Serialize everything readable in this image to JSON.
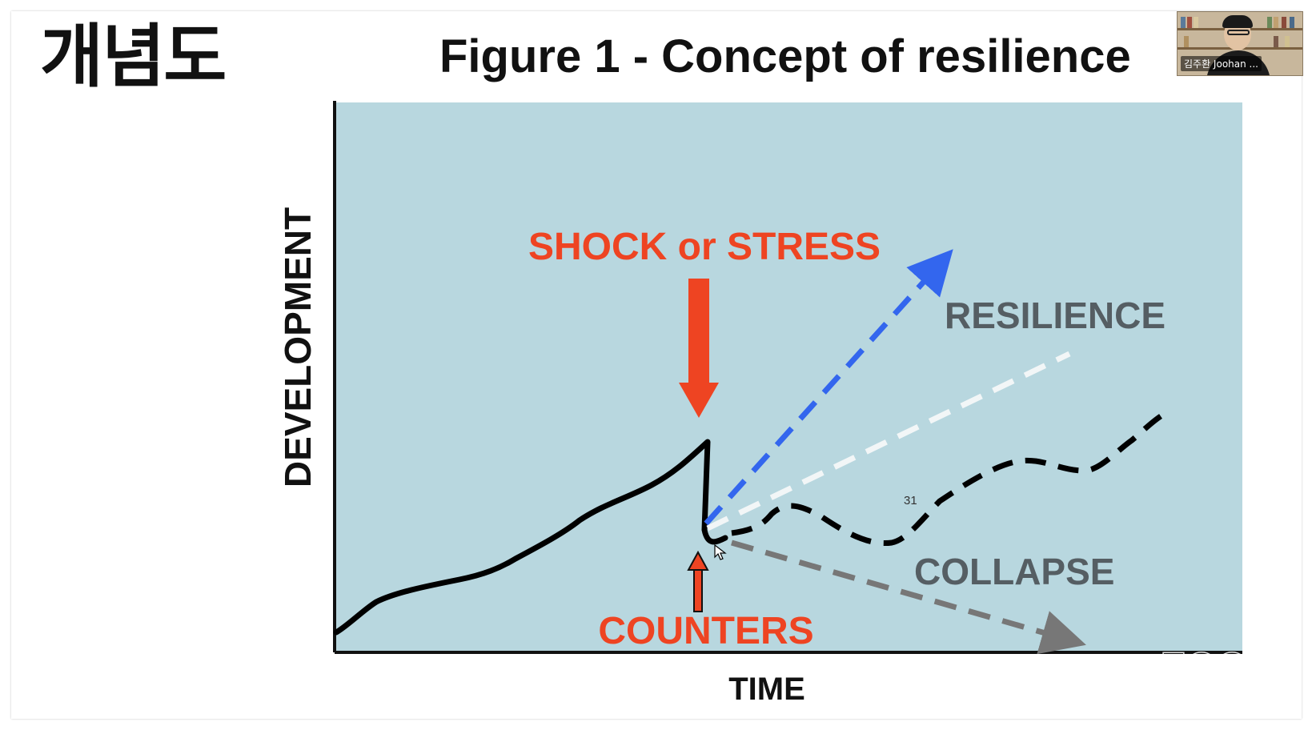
{
  "slide": {
    "title": "개념도",
    "figure_title": "Figure 1 - Concept of resilience",
    "diagram": {
      "y_axis_label": "DEVELOPMENT",
      "x_axis_label": "TIME",
      "shock_label": "SHOCK or STRESS",
      "counters_label": "COUNTERS",
      "resilience_label": "RESILIENCE",
      "collapse_label": "COLLAPSE",
      "page_number": "31"
    }
  },
  "video": {
    "participant_name": "김주환 Joohan ..."
  },
  "watermark": {
    "text": "zoom"
  },
  "colors": {
    "panel": "#b8d7df",
    "accent_red": "#ee4422",
    "resilience_blue": "#3366ee",
    "label_gray": "#555e63",
    "collapse_gray": "#777777"
  }
}
